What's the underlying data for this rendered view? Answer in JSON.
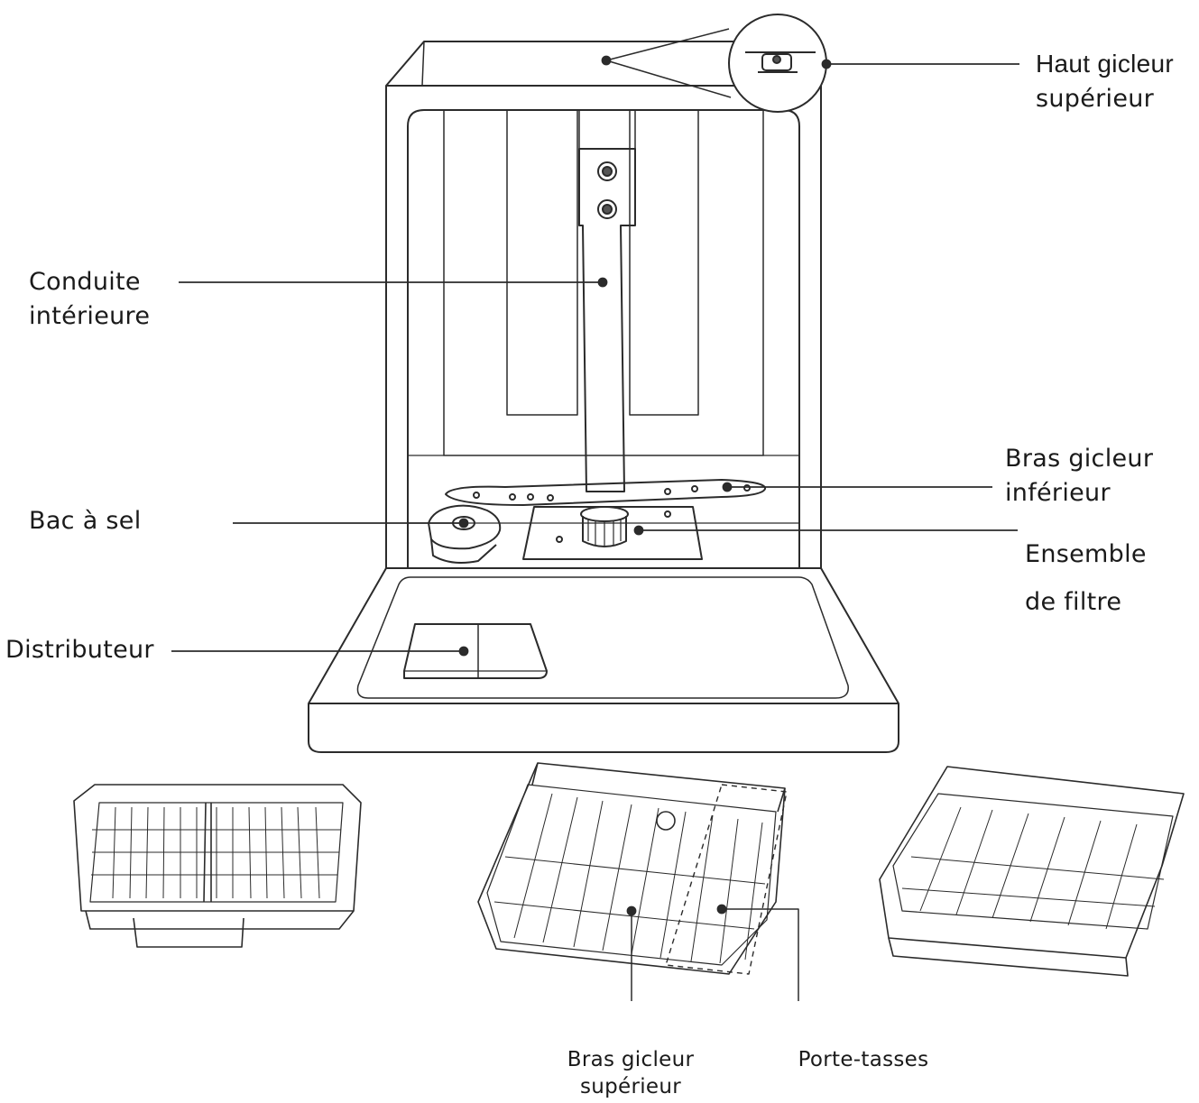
{
  "labels": {
    "top_spray_arm_1": "Haut gicleur",
    "top_spray_arm_2": "supérieur",
    "inner_pipe_1": "Conduite",
    "inner_pipe_2": "intérieure",
    "salt_container": "Bac à sel",
    "lower_spray_arm_1": "Bras gicleur",
    "lower_spray_arm_2": "inférieur",
    "filter_assembly_1": "Ensemble",
    "filter_assembly_2": "de filtre",
    "dispenser": "Distributeur",
    "upper_spray_arm_1": "Bras gicleur",
    "upper_spray_arm_2": "supérieur",
    "cup_shelf": "Porte-tasses"
  },
  "colors": {
    "line": "#2b2b2b",
    "text": "#1a1a1a",
    "background": "#ffffff"
  }
}
